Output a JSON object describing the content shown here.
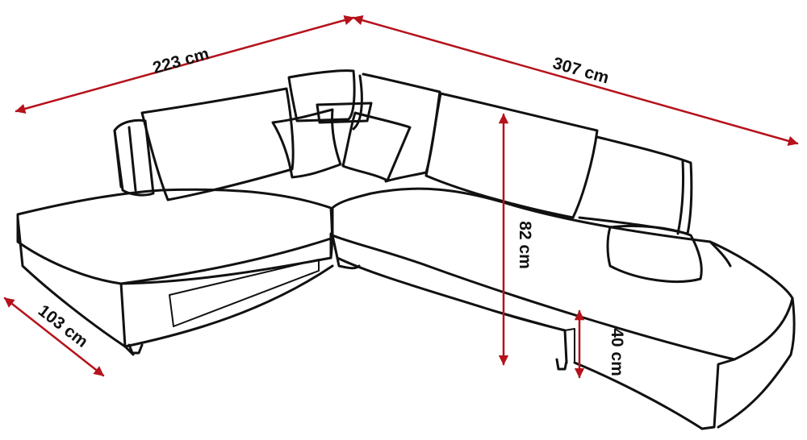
{
  "dimensions": {
    "left_width": "223 cm",
    "right_width": "307 cm",
    "depth": "103 cm",
    "back_height": "82 cm",
    "seat_height": "40 cm"
  },
  "colors": {
    "dimension_line": "#b5121b",
    "outline": "#111111",
    "background": "#ffffff"
  }
}
